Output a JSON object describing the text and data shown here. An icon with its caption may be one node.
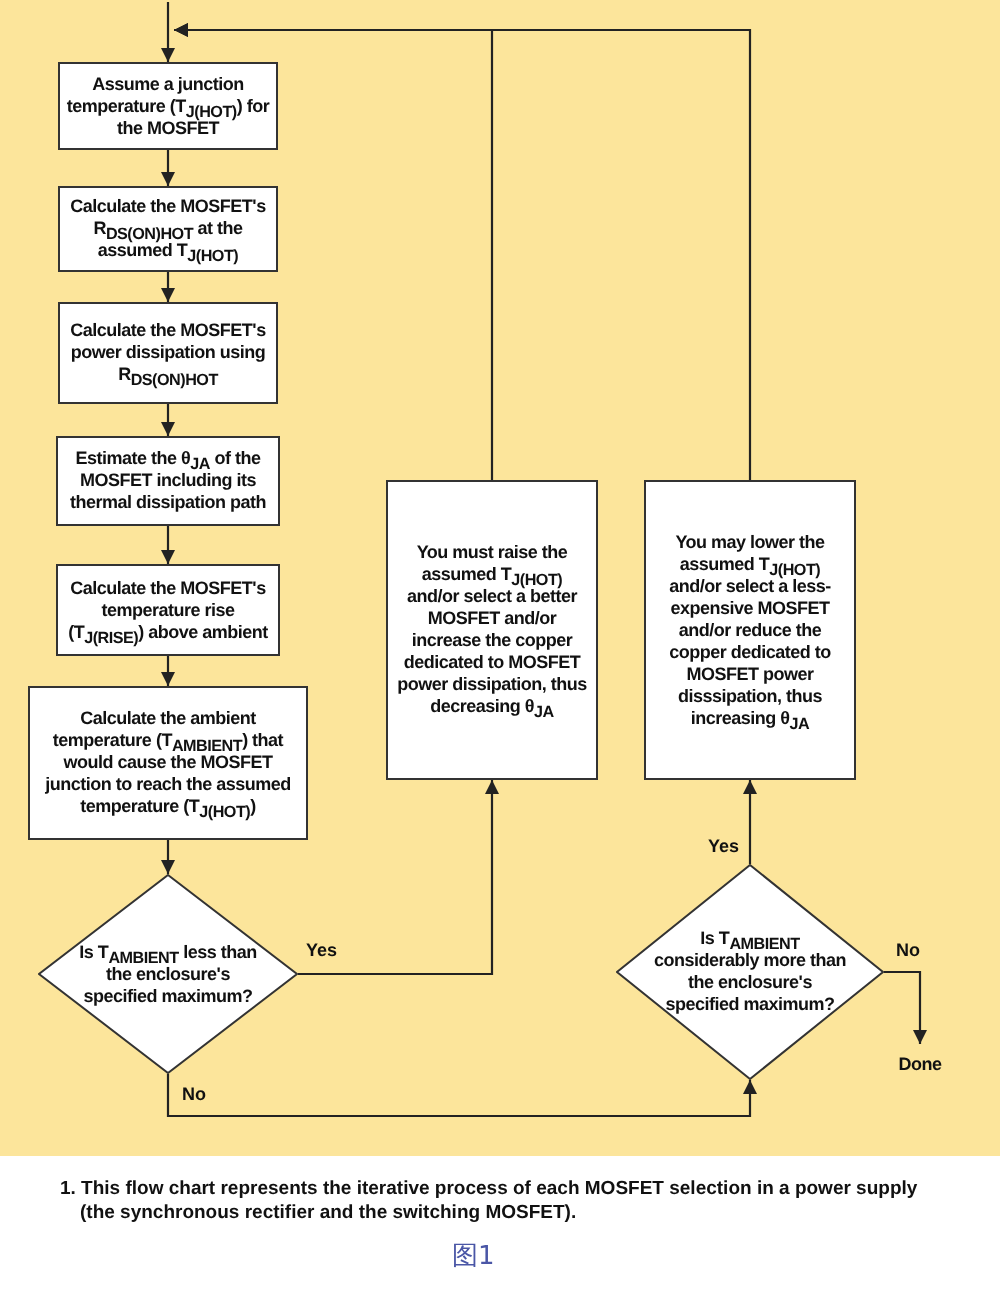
{
  "diagram": {
    "caption": "1. This flow chart represents the iterative process of each MOSFET selection in a power supply (the synchronous rectifier and the switching MOSFET).",
    "nodes": [
      {
        "text": [
          "Assume a junction temperature (T$_{J(HOT)}$) for the MOSFET"
        ]
      },
      {
        "text": [
          "Calculate the MOSFET's R$_{DS(ON)HOT}$ at the assumed T$_{J(HOT)}$"
        ]
      },
      {
        "text": [
          "Calculate the MOSFET's power dissipation using R$_{DS(ON)HOT}$"
        ]
      },
      {
        "text": [
          "Estimate the θ$_{JA}$ of the MOSFET including its thermal dissipation path"
        ]
      },
      {
        "text": [
          "Calculate the MOSFET's temperature rise (T$_{J(RISE)}$) above ambient"
        ]
      },
      {
        "text": [
          "Calculate the ambient temperature (T$_{AMBIENT}$) that would cause the MOSFET junction to reach the assumed temperature (T$_{J(HOT)}$)"
        ]
      },
      {
        "text": [
          "Is T$_{AMBIENT}$ less than the enclosure's specified maximum?"
        ]
      },
      {
        "text": [
          "You must raise the assumed T$_{J(HOT)}$ and/or select a better MOSFET and/or increase the copper dedicated to MOSFET power dissipation, thus decreasing θ$_{JA}$"
        ]
      },
      {
        "text": [
          "You may lower the assumed T$_{J(HOT)}$ and/or select a less-expensive MOSFET and/or reduce the copper dedicated to MOSFET power disssipation, thus increasing θ$_{JA}$"
        ]
      },
      {
        "text": [
          "Is T$_{AMBIENT}$ considerably more than the enclosure's specified maximum?"
        ]
      },
      {
        "text": [
          "Done"
        ]
      }
    ],
    "edges": [
      {
        "from": null,
        "to": 0,
        "arrow": "to"
      },
      {
        "from": 0,
        "to": 1,
        "arrow": "to"
      },
      {
        "from": 1,
        "to": 2,
        "arrow": "to"
      },
      {
        "from": 2,
        "to": 3,
        "arrow": "to"
      },
      {
        "from": 3,
        "to": 4,
        "arrow": "to"
      },
      {
        "from": 4,
        "to": 5,
        "arrow": "to"
      },
      {
        "from": 5,
        "to": 6,
        "arrow": "to"
      },
      {
        "from": 6,
        "to": 7,
        "arrow": "to",
        "label": "Yes"
      },
      {
        "from": 6,
        "to": 9,
        "arrow": "to",
        "label": "No"
      },
      {
        "from": 9,
        "to": 8,
        "arrow": "to",
        "label": "Yes"
      },
      {
        "from": 9,
        "to": 10,
        "arrow": "to",
        "label": "No"
      },
      {
        "from": 7,
        "to": 0,
        "arrow": "to"
      },
      {
        "from": 8,
        "to": 0,
        "arrow": "to"
      }
    ],
    "labels": [
      "图1"
    ]
  }
}
